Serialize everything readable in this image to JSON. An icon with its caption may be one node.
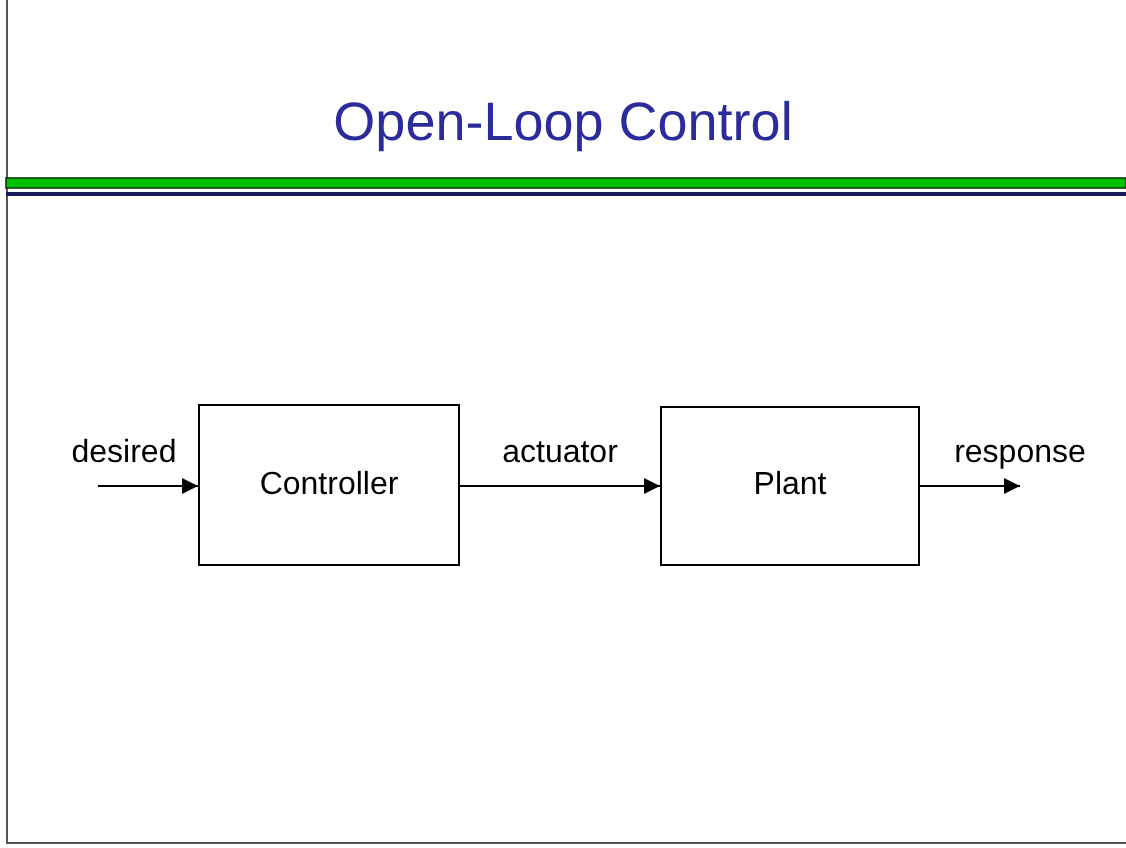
{
  "diagram": {
    "title": "Open-Loop Control",
    "nodes": [
      {
        "text": [
          "Controller"
        ]
      },
      {
        "text": [
          "Plant"
        ]
      }
    ],
    "edges": [
      {
        "from": null,
        "to": 0,
        "arrow": "to",
        "label": "desired"
      },
      {
        "from": 0,
        "to": 1,
        "arrow": "to",
        "label": "actuator"
      },
      {
        "from": 1,
        "to": null,
        "arrow": "to",
        "label": "response"
      }
    ]
  }
}
